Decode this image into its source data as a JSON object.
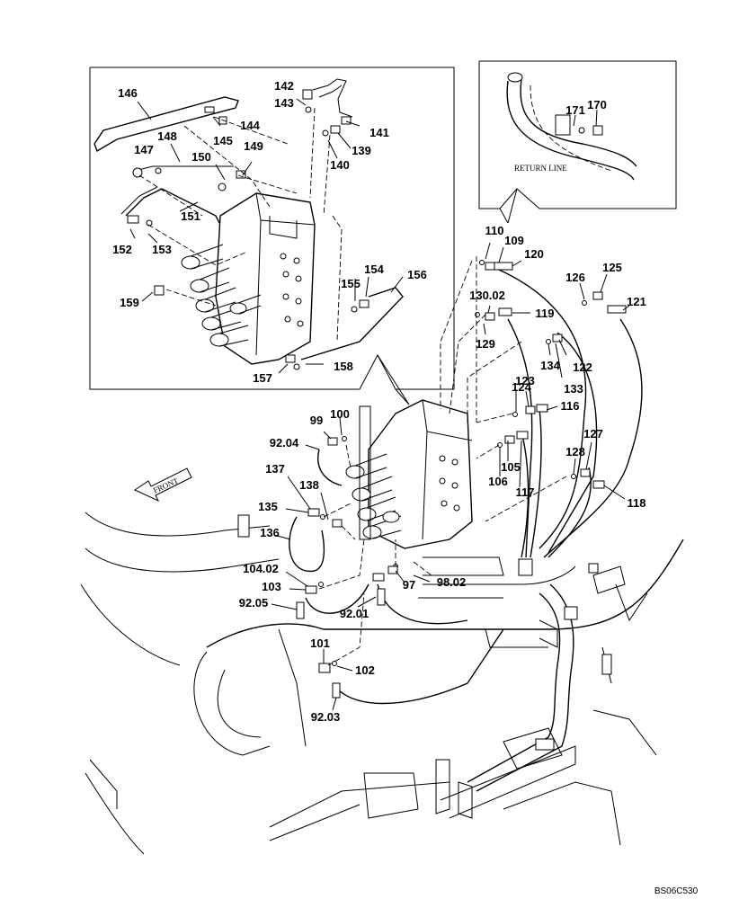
{
  "return_line_label": "RETURN LINE",
  "front_label": "FRONT",
  "drawing_code": "BS06C530",
  "callouts": [
    {
      "id": "c146",
      "text": "146"
    },
    {
      "id": "c142",
      "text": "142"
    },
    {
      "id": "c143",
      "text": "143"
    },
    {
      "id": "c144",
      "text": "144"
    },
    {
      "id": "c145",
      "text": "145"
    },
    {
      "id": "c141",
      "text": "141"
    },
    {
      "id": "c139",
      "text": "139"
    },
    {
      "id": "c140",
      "text": "140"
    },
    {
      "id": "c148",
      "text": "148"
    },
    {
      "id": "c149",
      "text": "149"
    },
    {
      "id": "c147",
      "text": "147"
    },
    {
      "id": "c150",
      "text": "150"
    },
    {
      "id": "c151",
      "text": "151"
    },
    {
      "id": "c152",
      "text": "152"
    },
    {
      "id": "c153",
      "text": "153"
    },
    {
      "id": "c154",
      "text": "154"
    },
    {
      "id": "c156",
      "text": "156"
    },
    {
      "id": "c155",
      "text": "155"
    },
    {
      "id": "c159",
      "text": "159"
    },
    {
      "id": "c157",
      "text": "157"
    },
    {
      "id": "c158",
      "text": "158"
    },
    {
      "id": "c171",
      "text": "171"
    },
    {
      "id": "c170",
      "text": "170"
    },
    {
      "id": "c110",
      "text": "110"
    },
    {
      "id": "c109",
      "text": "109"
    },
    {
      "id": "c120",
      "text": "120"
    },
    {
      "id": "c126",
      "text": "126"
    },
    {
      "id": "c125",
      "text": "125"
    },
    {
      "id": "c121",
      "text": "121"
    },
    {
      "id": "c13002",
      "text": "130.02"
    },
    {
      "id": "c119",
      "text": "119"
    },
    {
      "id": "c129",
      "text": "129"
    },
    {
      "id": "c134",
      "text": "134"
    },
    {
      "id": "c122",
      "text": "122"
    },
    {
      "id": "c133",
      "text": "133"
    },
    {
      "id": "c124",
      "text": "124"
    },
    {
      "id": "c123",
      "text": "123"
    },
    {
      "id": "c116",
      "text": "116"
    },
    {
      "id": "c99",
      "text": "99"
    },
    {
      "id": "c100",
      "text": "100"
    },
    {
      "id": "c9204",
      "text": "92.04"
    },
    {
      "id": "c127",
      "text": "127"
    },
    {
      "id": "c128",
      "text": "128"
    },
    {
      "id": "c105",
      "text": "105"
    },
    {
      "id": "c106",
      "text": "106"
    },
    {
      "id": "c117",
      "text": "117"
    },
    {
      "id": "c118",
      "text": "118"
    },
    {
      "id": "c137",
      "text": "137"
    },
    {
      "id": "c138",
      "text": "138"
    },
    {
      "id": "c135",
      "text": "135"
    },
    {
      "id": "c136",
      "text": "136"
    },
    {
      "id": "c10402",
      "text": "104.02"
    },
    {
      "id": "c103",
      "text": "103"
    },
    {
      "id": "c9205",
      "text": "92.05"
    },
    {
      "id": "c97",
      "text": "97"
    },
    {
      "id": "c9802",
      "text": "98.02"
    },
    {
      "id": "c9201",
      "text": "92.01"
    },
    {
      "id": "c101",
      "text": "101"
    },
    {
      "id": "c102",
      "text": "102"
    },
    {
      "id": "c9203",
      "text": "92.03"
    }
  ]
}
